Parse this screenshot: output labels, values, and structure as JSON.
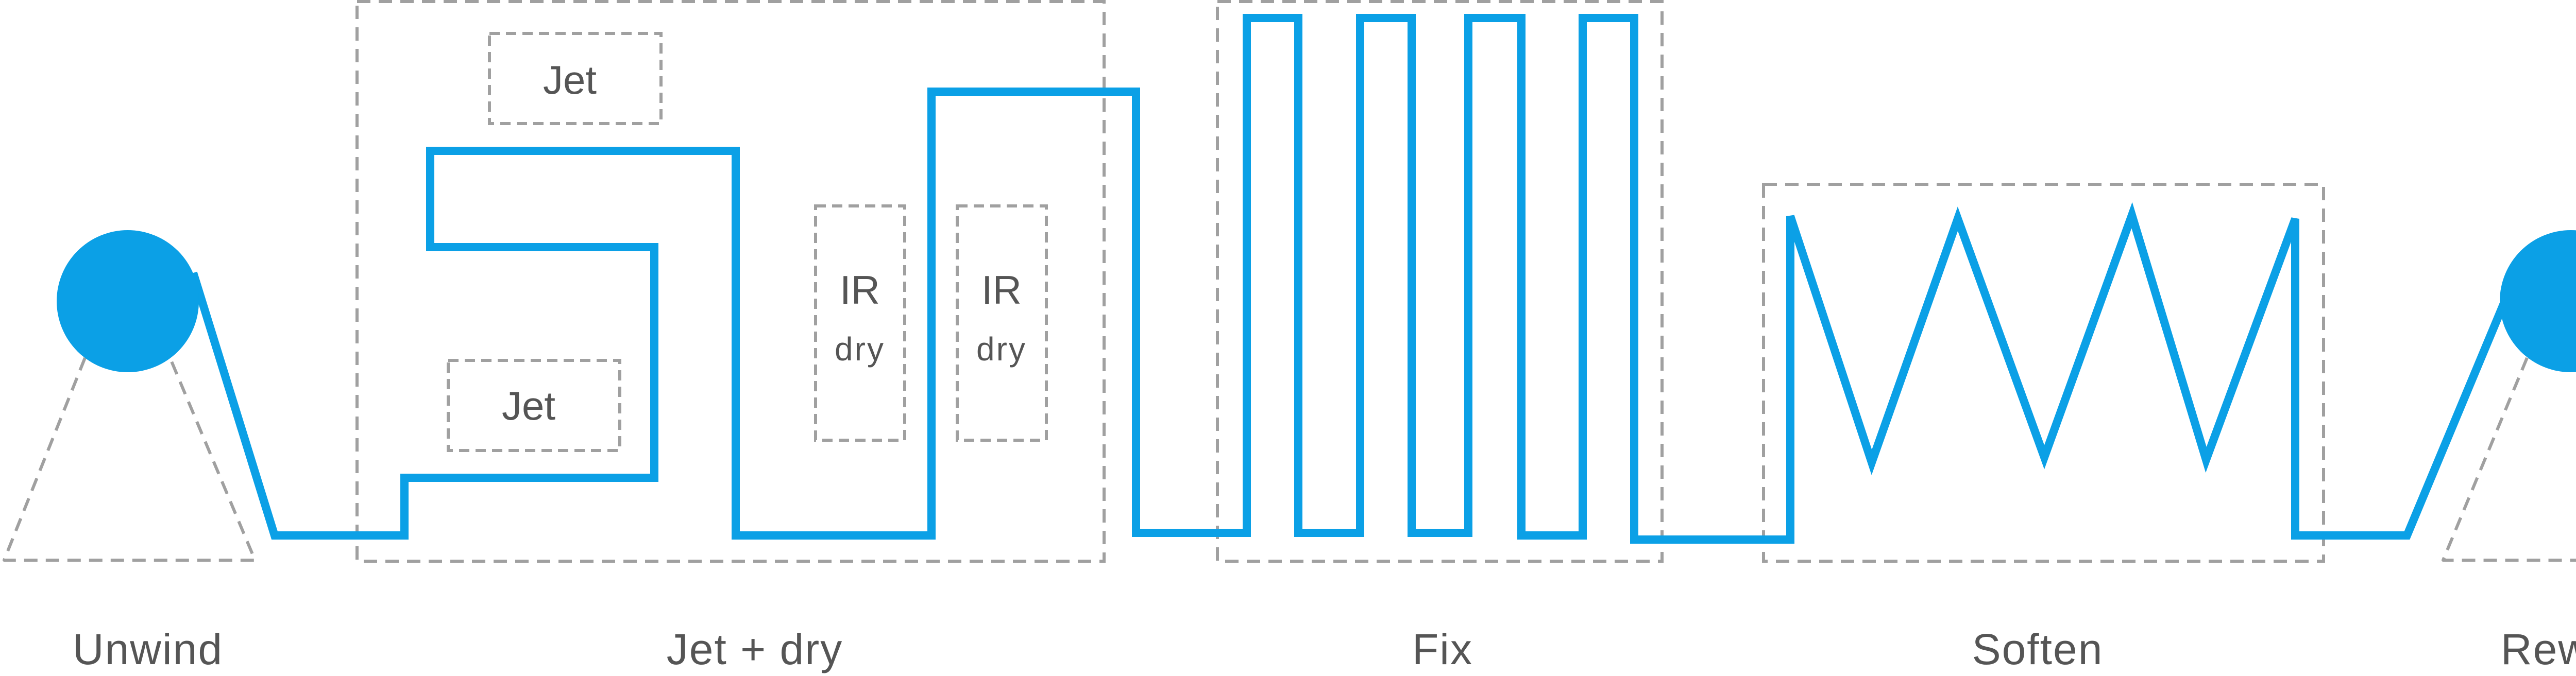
{
  "colors": {
    "web": "#0ba0e6",
    "roll": "#0ba0e6",
    "dashed": "#a0a0a0",
    "text": "#555555"
  },
  "stages": {
    "unwind": "Unwind",
    "jet_dry": "Jet + dry",
    "fix": "Fix",
    "soften": "Soften",
    "rewind": "Rewind"
  },
  "units": {
    "jet_top": "Jet",
    "jet_bottom": "Jet",
    "ir1_top": "IR",
    "ir1_bottom": "dry",
    "ir2_top": "IR",
    "ir2_bottom": "dry"
  }
}
